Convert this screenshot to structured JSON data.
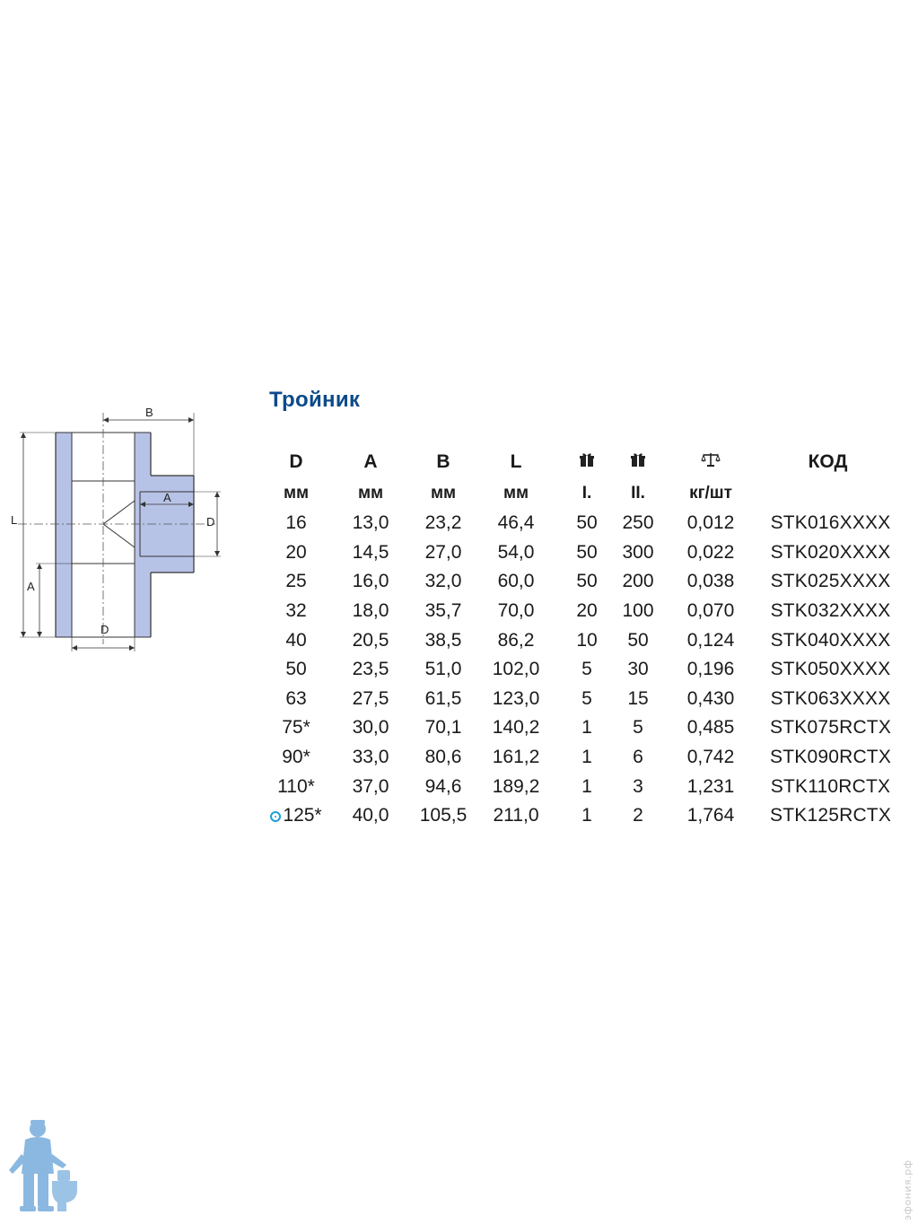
{
  "title": "Тройник",
  "drawing": {
    "label_b": "B",
    "label_a_top": "A",
    "label_d_side": "D",
    "label_l": "L",
    "label_a_side": "A",
    "label_d_bottom": "D"
  },
  "table": {
    "headers": {
      "d": "D",
      "a": "A",
      "b": "B",
      "l": "L",
      "code": "КОД"
    },
    "header_icons": {
      "pack1": "package-icon",
      "pack2": "package-icon",
      "weight": "scale-icon"
    },
    "units": {
      "d": "мм",
      "a": "мм",
      "b": "мм",
      "l": "мм",
      "pack1": "I.",
      "pack2": "II.",
      "weight": "кг/шт"
    },
    "rows": [
      {
        "d": "16",
        "a": "13,0",
        "b": "23,2",
        "l": "46,4",
        "p1": "50",
        "p2": "250",
        "w": "0,012",
        "code": "STK016XXXX"
      },
      {
        "d": "20",
        "a": "14,5",
        "b": "27,0",
        "l": "54,0",
        "p1": "50",
        "p2": "300",
        "w": "0,022",
        "code": "STK020XXXX"
      },
      {
        "d": "25",
        "a": "16,0",
        "b": "32,0",
        "l": "60,0",
        "p1": "50",
        "p2": "200",
        "w": "0,038",
        "code": "STK025XXXX"
      },
      {
        "d": "32",
        "a": "18,0",
        "b": "35,7",
        "l": "70,0",
        "p1": "20",
        "p2": "100",
        "w": "0,070",
        "code": "STK032XXXX"
      },
      {
        "d": "40",
        "a": "20,5",
        "b": "38,5",
        "l": "86,2",
        "p1": "10",
        "p2": "50",
        "w": "0,124",
        "code": "STK040XXXX"
      },
      {
        "d": "50",
        "a": "23,5",
        "b": "51,0",
        "l": "102,0",
        "p1": "5",
        "p2": "30",
        "w": "0,196",
        "code": "STK050XXXX"
      },
      {
        "d": "63",
        "a": "27,5",
        "b": "61,5",
        "l": "123,0",
        "p1": "5",
        "p2": "15",
        "w": "0,430",
        "code": "STK063XXXX"
      },
      {
        "d": "75*",
        "a": "30,0",
        "b": "70,1",
        "l": "140,2",
        "p1": "1",
        "p2": "5",
        "w": "0,485",
        "code": "STK075RCTX"
      },
      {
        "d": "90*",
        "a": "33,0",
        "b": "80,6",
        "l": "161,2",
        "p1": "1",
        "p2": "6",
        "w": "0,742",
        "code": "STK090RCTX"
      },
      {
        "d": "110*",
        "a": "37,0",
        "b": "94,6",
        "l": "189,2",
        "p1": "1",
        "p2": "3",
        "w": "1,231",
        "code": "STK110RCTX"
      },
      {
        "d": "125*",
        "a": "40,0",
        "b": "105,5",
        "l": "211,0",
        "p1": "1",
        "p2": "2",
        "w": "1,764",
        "code": "STK125RCTX",
        "marker": "target-icon"
      }
    ]
  },
  "colors": {
    "title": "#0c4a8a",
    "fitting_fill": "#b7c3e6",
    "marker": "#1a9fd8",
    "mascot": "#8ab8e0"
  },
  "watermark": "эфония.рф"
}
